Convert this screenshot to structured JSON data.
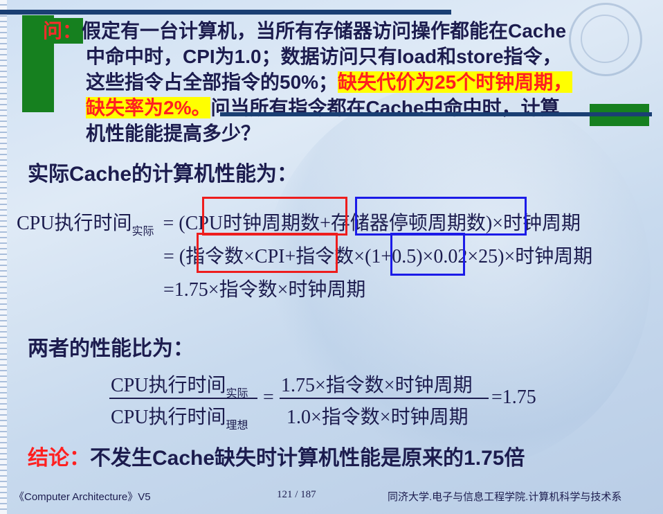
{
  "question": {
    "tag": "问：",
    "line1": "假定有一台计算机，当所有存储器访问操作都能在Cache",
    "line2": "中命中时，CPI为1.0；数据访问只有load和store指令，",
    "line3_plain": "这些指令占全部指令的50%；",
    "line3_highlight": "缺失代价为25个时钟周期，",
    "line4_highlight": "缺失率为2%。",
    "line4_plain": "问当所有指令都在Cache中命中时，计算",
    "line5": "机性能能提高多少？"
  },
  "heading1": "实际Cache的计算机性能为：",
  "eq1": {
    "lhs": "CPU执行时间",
    "lhs_sub": "实际",
    "eq": "= (",
    "term1": "CPU时钟周期数",
    "plus": "+",
    "term2": "存储器停顿周期数)",
    "tail": "×时钟周期"
  },
  "eq2": {
    "open": "= (",
    "term1": "指令数×CPI",
    "plus": "+",
    "mid": "指令数×",
    "term2": "(1+0.5)",
    "tail": "×0.02×25)×时钟周期"
  },
  "eq3": "=1.75×指令数×时钟周期",
  "heading2": "两者的性能比为：",
  "ratio": {
    "num": "CPU执行时间",
    "num_sub": "实际",
    "den": "CPU执行时间",
    "den_sub": "理想",
    "eq": "=",
    "rnum": "1.75×指令数×时钟周期",
    "rden": "1.0×指令数×时钟周期",
    "result": "=1.75"
  },
  "conclusion": {
    "label": "结论：",
    "text": "不发生Cache缺失时计算机性能是原来的1.75倍"
  },
  "footer": {
    "left": "《Computer Architecture》V5",
    "page": "121 / 187",
    "right": "同济大学.电子与信息工程学院.计算机科学与技术系"
  }
}
